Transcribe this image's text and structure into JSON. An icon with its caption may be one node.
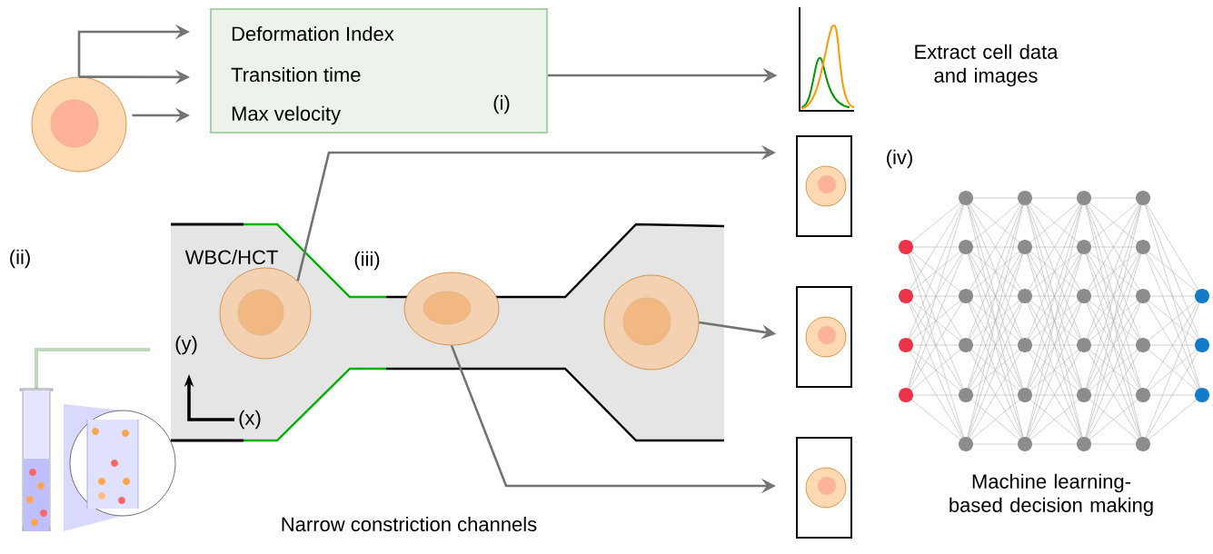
{
  "diagram": {
    "nodes": [
      {
        "text": [],
        "shape": "circle"
      },
      {
        "text": [
          "Deformation Index",
          "Transition time",
          "Max velocity",
          "(i)"
        ]
      },
      {
        "text": [],
        "shape": "picture",
        "beside": [
          "Extract cell data and images"
        ]
      },
      {
        "text": [],
        "shape": "box"
      },
      {
        "text": [],
        "shape": "box"
      },
      {
        "text": [],
        "shape": "box"
      },
      {
        "text": [],
        "shape": "circle"
      },
      {
        "text": [],
        "shape": "circle"
      },
      {
        "text": [],
        "shape": "circle"
      }
    ],
    "edges": [
      {
        "from": 0,
        "to": 1,
        "arrow": "to"
      },
      {
        "from": 0,
        "to": 1,
        "arrow": "to"
      },
      {
        "from": 0,
        "to": 1,
        "arrow": "to"
      },
      {
        "from": 1,
        "to": 2,
        "arrow": "to"
      },
      {
        "from": 6,
        "to": 3,
        "arrow": "to"
      },
      {
        "from": 8,
        "to": 4,
        "arrow": "to"
      },
      {
        "from": 7,
        "to": 5,
        "arrow": "to"
      }
    ],
    "labels": [
      "(iv)",
      "(ii)",
      "WBC/HCT",
      "(iii)",
      "(y)",
      "(x)",
      "Narrow constriction channels",
      "Machine learning-based decision making"
    ]
  }
}
